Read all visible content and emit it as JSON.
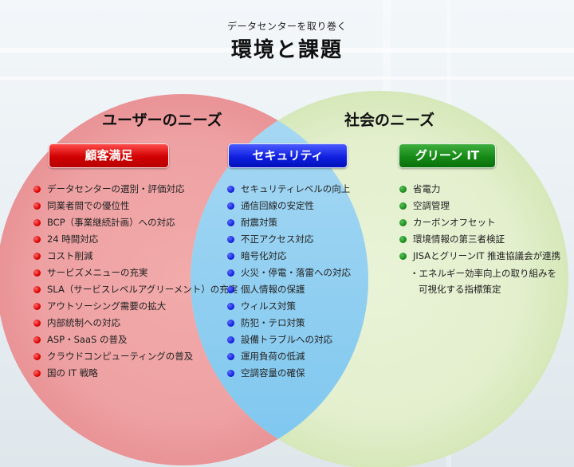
{
  "header": {
    "subtitle": "データセンターを取り巻く",
    "title": "環境と課題"
  },
  "circles": {
    "user_needs_label": "ユーザーのニーズ",
    "social_needs_label": "社会のニーズ"
  },
  "colors": {
    "customer": "#d00000",
    "security": "#1020e0",
    "green": "#168a16"
  },
  "groups": {
    "customer": {
      "label": "顧客満足",
      "items": [
        "データセンターの選別・評価対応",
        "同業者間での優位性",
        "BCP（事業継続計画）への対応",
        "24 時間対応",
        "コスト削減",
        "サービズメニューの充実",
        "SLA（サービスレベルアグリーメント）の充実",
        "アウトソーシング需要の拡大",
        "内部統制への対応",
        "ASP・SaaS の普及",
        "クラウドコンピューティングの普及",
        "国の IT 戦略"
      ]
    },
    "security": {
      "label": "セキュリティ",
      "items": [
        "セキュリティレベルの向上",
        "通信回線の安定性",
        "耐震対策",
        "不正アクセス対応",
        "暗号化対応",
        "火災・停電・落雷への対応",
        "個人情報の保護",
        "ウィルス対策",
        "防犯・テロ対策",
        "設備トラブルへの対応",
        "運用負荷の低減",
        "空調容量の確保"
      ]
    },
    "green_it": {
      "label": "グリーン IT",
      "items": [
        "省電力",
        "空調管理",
        "カーボンオフセット",
        "環境情報の第三者検証",
        "JISAとグリーンIT 推進協議会が連携"
      ],
      "note_lines": [
        "・エネルギー効率向上の取り組みを",
        "可視化する指標策定"
      ]
    }
  }
}
